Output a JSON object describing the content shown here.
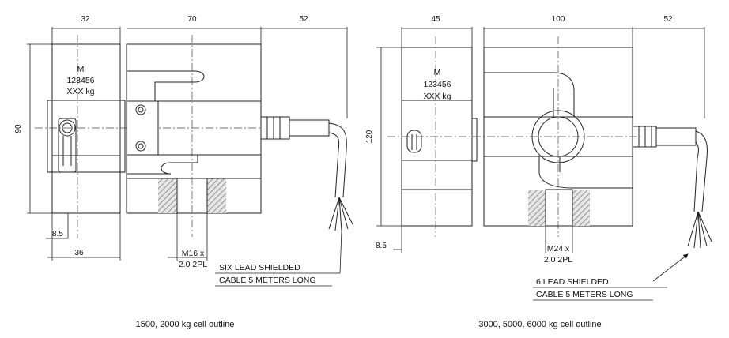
{
  "left": {
    "dims": {
      "top_a": "32",
      "top_b": "70",
      "top_c": "52",
      "height": "90",
      "small": "8.5",
      "bottom": "36"
    },
    "marking": {
      "line1": "M",
      "line2": "123456",
      "line3": "XXX kg"
    },
    "thread": {
      "line1": "M16 x",
      "line2": "2.0 2PL"
    },
    "cable": {
      "line1": "SIX LEAD SHIELDED",
      "line2": "CABLE 5 METERS LONG"
    },
    "caption": "1500, 2000 kg cell outline"
  },
  "right": {
    "dims": {
      "top_a": "45",
      "top_b": "100",
      "top_c": "52",
      "height": "120",
      "small": "8.5"
    },
    "marking": {
      "line1": "M",
      "line2": "123456",
      "line3": "XXX kg"
    },
    "thread": {
      "line1": "M24 x",
      "line2": "2.0 2PL"
    },
    "cable": {
      "line1": "6 LEAD SHIELDED",
      "line2": "CABLE 5 METERS LONG"
    },
    "caption": "3000, 5000, 6000 kg cell outline"
  }
}
